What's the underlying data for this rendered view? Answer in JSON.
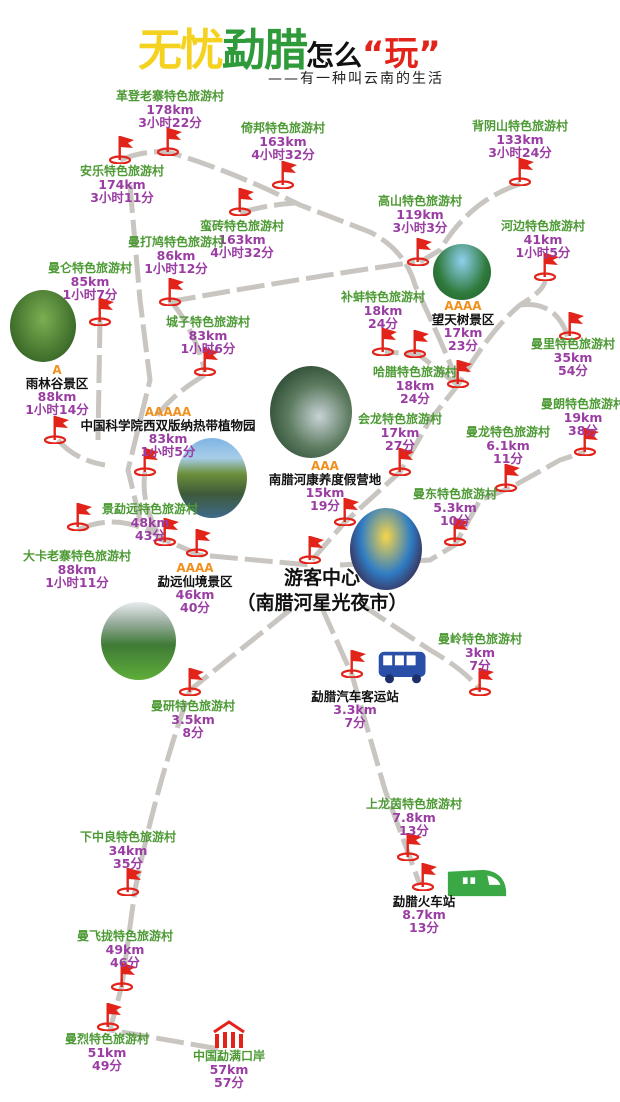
{
  "header": {
    "title_part1": "无忧",
    "title_part2": "勐腊",
    "title_part3": "怎么",
    "title_part4": "“玩”",
    "subtitle": "——有一种叫云南的生活"
  },
  "colors": {
    "village_label": "#4d9a35",
    "distance_time": "#9a3da3",
    "rating": "#f0901e",
    "flag": "#e2231a",
    "road": "#c9c5c1",
    "bus": "#2a4fa8",
    "train": "#39a845"
  },
  "places": [
    {
      "type": "village",
      "name": "革登老寨特色旅游村",
      "distance": "178km",
      "time": "3小时22分"
    },
    {
      "type": "village",
      "name": "倚邦特色旅游村",
      "distance": "163km",
      "time": "4小时32分"
    },
    {
      "type": "village",
      "name": "背阴山特色旅游村",
      "distance": "133km",
      "time": "3小时24分"
    },
    {
      "type": "village",
      "name": "安乐特色旅游村",
      "distance": "174km",
      "time": "3小时11分"
    },
    {
      "type": "village",
      "name": "蛮砖特色旅游村",
      "distance": "163km",
      "time": "4小时32分"
    },
    {
      "type": "village",
      "name": "高山特色旅游村",
      "distance": "119km",
      "time": "3小时3分"
    },
    {
      "type": "village",
      "name": "河边特色旅游村",
      "distance": "41km",
      "time": "1小时5分"
    },
    {
      "type": "village",
      "name": "曼打鸠特色旅游村",
      "distance": "86km",
      "time": "1小时12分"
    },
    {
      "type": "village",
      "name": "曼仑特色旅游村",
      "distance": "85km",
      "time": "1小时7分"
    },
    {
      "type": "village",
      "name": "城子特色旅游村",
      "distance": "83km",
      "time": "1小时6分"
    },
    {
      "type": "village",
      "name": "补蚌特色旅游村",
      "distance": "18km",
      "time": "24分"
    },
    {
      "type": "scenic",
      "rating": "AAAA",
      "name": "望天树景区",
      "distance": "17km",
      "time": "23分"
    },
    {
      "type": "village",
      "name": "曼里特色旅游村",
      "distance": "35km",
      "time": "54分"
    },
    {
      "type": "village",
      "name": "哈腊特色旅游村",
      "distance": "18km",
      "time": "24分"
    },
    {
      "type": "scenic",
      "rating": "A",
      "name": "雨林谷景区",
      "distance": "88km",
      "time": "1小时14分"
    },
    {
      "type": "scenic",
      "rating": "AAAAA",
      "name": "中国科学院西双版纳热带植物园",
      "distance": "83km",
      "time": "1小时5分"
    },
    {
      "type": "village",
      "name": "会龙特色旅游村",
      "distance": "17km",
      "time": "27分"
    },
    {
      "type": "village",
      "name": "曼朗特色旅游村",
      "distance": "19km",
      "time": "38分"
    },
    {
      "type": "village",
      "name": "曼龙特色旅游村",
      "distance": "6.1km",
      "time": "11分"
    },
    {
      "type": "scenic",
      "rating": "AAA",
      "name": "南腊河康养度假营地",
      "distance": "15km",
      "time": "19分"
    },
    {
      "type": "village",
      "name": "曼东特色旅游村",
      "distance": "5.3km",
      "time": "10分"
    },
    {
      "type": "village",
      "name": "景勐远特色旅游村",
      "distance": "48km",
      "time": "43分"
    },
    {
      "type": "village",
      "name": "大卡老寨特色旅游村",
      "distance": "88km",
      "time": "1小时11分"
    },
    {
      "type": "scenic",
      "rating": "AAAA",
      "name": "勐远仙境景区",
      "distance": "46km",
      "time": "40分"
    },
    {
      "type": "hub",
      "name": "游客中心",
      "subname": "（南腊河星光夜市）"
    },
    {
      "type": "village",
      "name": "曼岭特色旅游村",
      "distance": "3km",
      "time": "7分"
    },
    {
      "type": "scenic",
      "name": "勐腊汽车客运站",
      "distance": "3.3km",
      "time": "7分"
    },
    {
      "type": "village",
      "name": "曼研特色旅游村",
      "distance": "3.5km",
      "time": "8分"
    },
    {
      "type": "village",
      "name": "上龙茵特色旅游村",
      "distance": "7.8km",
      "time": "13分"
    },
    {
      "type": "scenic",
      "name": "勐腊火车站",
      "distance": "8.7km",
      "time": "13分"
    },
    {
      "type": "village",
      "name": "下中良特色旅游村",
      "distance": "34km",
      "time": "35分"
    },
    {
      "type": "village",
      "name": "曼飞拢特色旅游村",
      "distance": "49km",
      "time": "46分"
    },
    {
      "type": "village",
      "name": "曼烈特色旅游村",
      "distance": "51km",
      "time": "49分"
    },
    {
      "type": "village",
      "name": "中国勐满口岸",
      "distance": "57km",
      "time": "57分"
    }
  ]
}
